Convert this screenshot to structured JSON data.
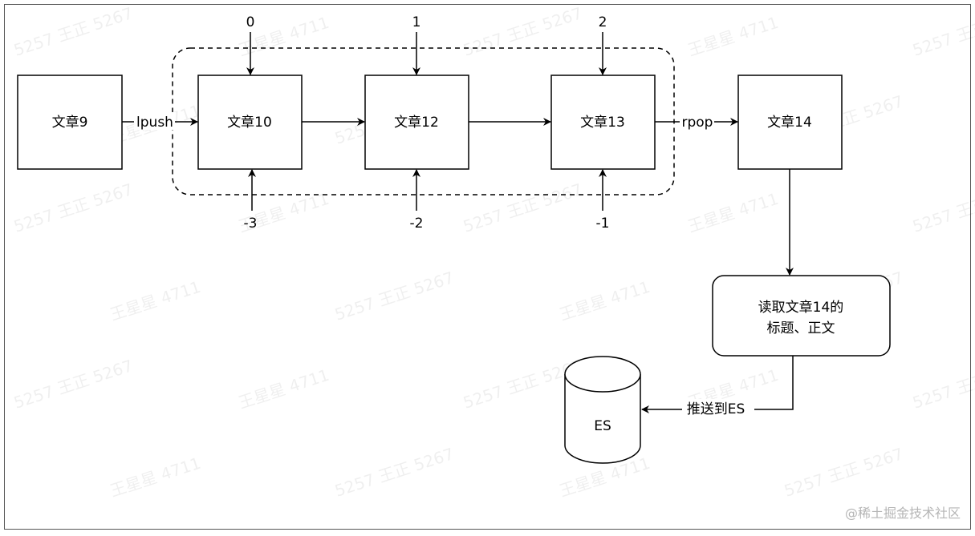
{
  "nodes": {
    "a9": "文章9",
    "a10": "文章10",
    "a12": "文章12",
    "a13": "文章13",
    "a14": "文章14",
    "read": [
      "读取文章14的",
      "标题、正文"
    ],
    "es": "ES"
  },
  "edges": {
    "lpush": "lpush",
    "rpop": "rpop",
    "push_es": "推送到ES"
  },
  "indices": {
    "pos0": "0",
    "pos1": "1",
    "pos2": "2",
    "neg3": "-3",
    "neg2": "-2",
    "neg1": "-1"
  },
  "watermark": [
    "5257 王正 5267",
    "王星星 4711"
  ],
  "brand": "@稀土掘金技术社区"
}
